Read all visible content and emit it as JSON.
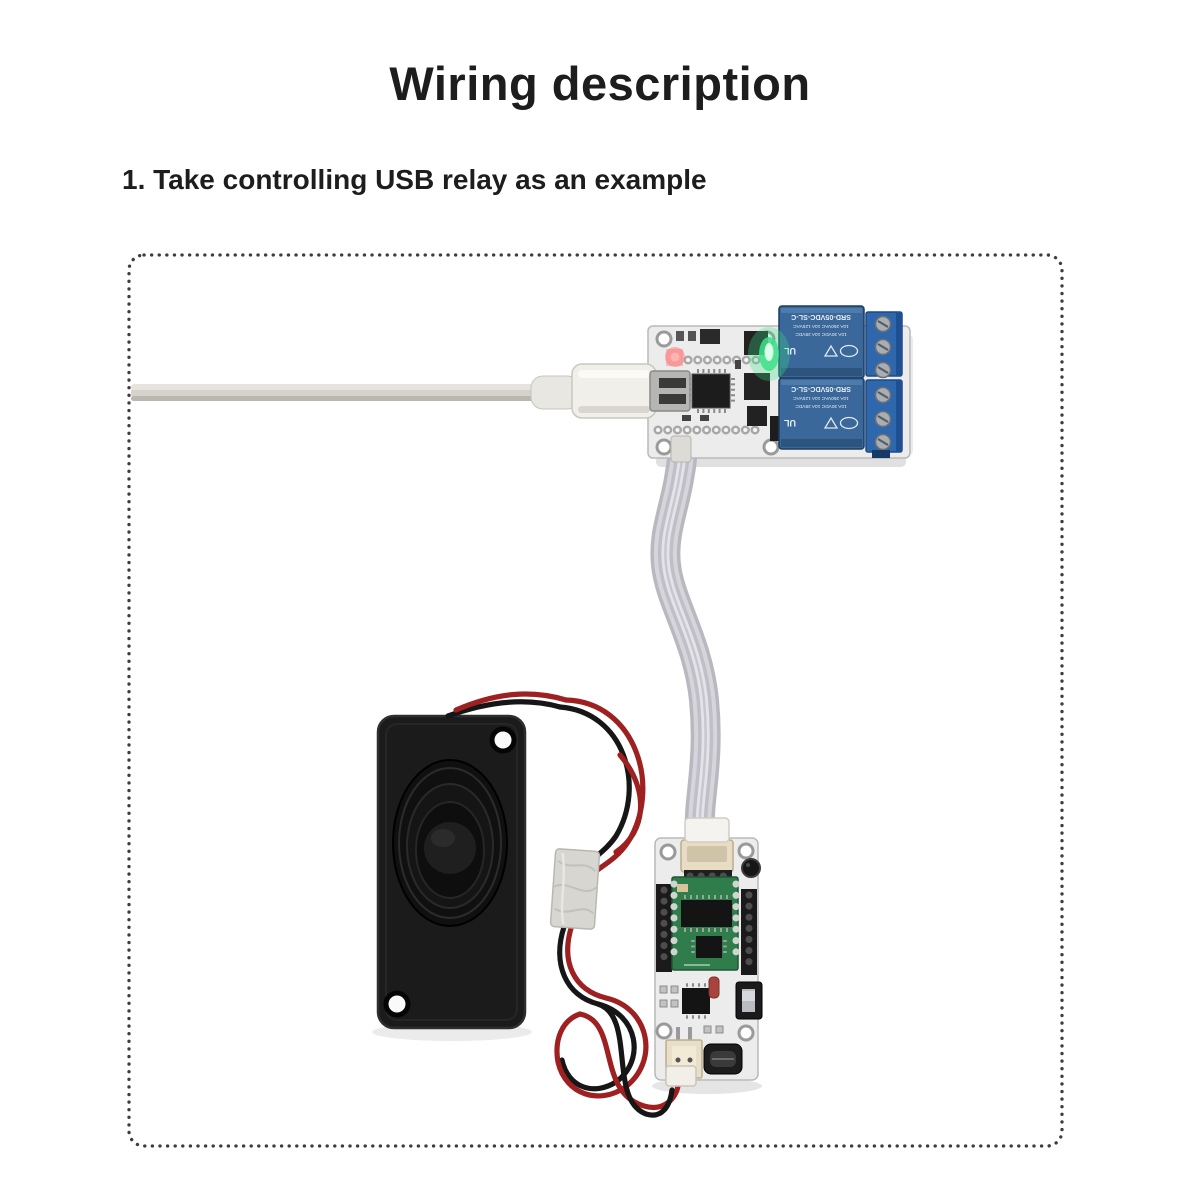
{
  "header": {
    "title": "Wiring description",
    "subtitle": "1. Take controlling USB relay as an example"
  },
  "figure": {
    "relay": {
      "label": "SRD-05VDC-SL-C",
      "ratings_line1": "10A 250VAC 10A 125VAC",
      "ratings_line2": "10A 30VDC 10A 28VDC"
    },
    "colors": {
      "text": "#1d1d1d",
      "border_dot": "#3c3c3c",
      "pcb_white": "#ececec",
      "relay_blue": "#3a689a",
      "terminal_blue": "#2e67ac",
      "module_green": "#2f7d4b",
      "led_green": "#3ce087",
      "led_red": "#ff6b6b",
      "wire_red": "#9e2020",
      "wire_black": "#161616",
      "cable_gray": "#d5d3cc",
      "tape_gray": "#d8d6d0",
      "speaker_black": "#1b1b1b"
    }
  }
}
